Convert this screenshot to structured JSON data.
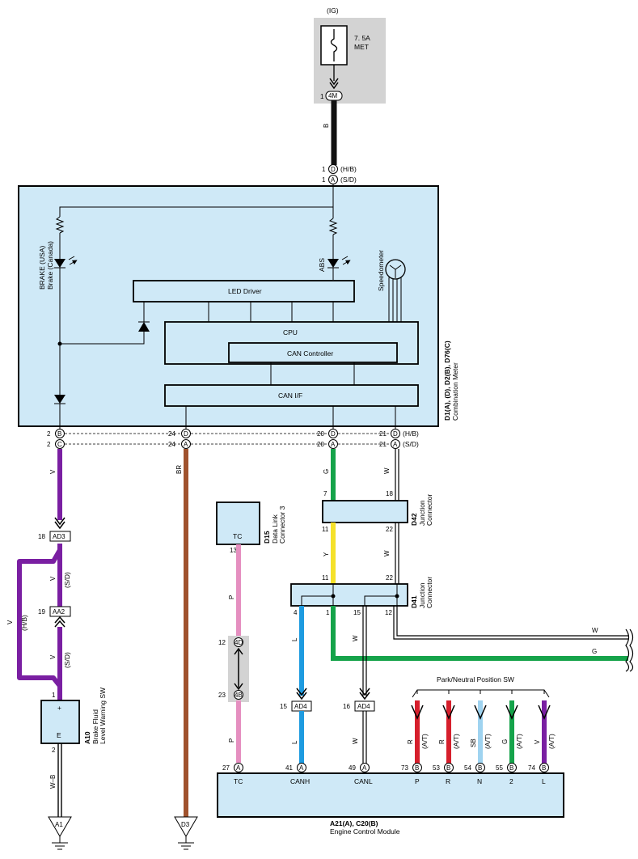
{
  "top": {
    "ig": "(IG)",
    "fuse_amp": "7. 5A",
    "fuse_name": "MET",
    "conn_4m": "4M",
    "pin_1": "1",
    "wire_b": "B"
  },
  "meter": {
    "pin_d1": "1",
    "conn_d": "D",
    "var_hb": "(H/B)",
    "pin_a1": "1",
    "conn_a": "A",
    "var_sd": "(S/D)",
    "brake_usa": "BRAKE (USA)",
    "brake_canada": "Brake (Canada)",
    "abs": "ABS",
    "speedometer": "Speedometer",
    "led_driver": "LED Driver",
    "cpu": "CPU",
    "can_controller": "CAN Controller",
    "can_if": "CAN I/F",
    "code": "D1(A), (D), D2(B), D76(C)",
    "name": "Combination Meter"
  },
  "meter_bottom": {
    "p2": "2",
    "b": "B",
    "c": "C",
    "p24": "24",
    "d": "D",
    "a": "A",
    "p20": "20",
    "p21": "21",
    "hb": "(H/B)",
    "sd": "(S/D)"
  },
  "wires": {
    "v": "V",
    "br": "BR",
    "g": "G",
    "w": "W",
    "y": "Y",
    "l": "L",
    "p": "P",
    "wb": "W–B",
    "hb": "(H/B)",
    "sd": "(S/D)"
  },
  "brake_fluid": {
    "p18": "18",
    "ad3": "AD3",
    "p19": "19",
    "aa2": "AA2",
    "p1": "1",
    "plus": "+",
    "e": "E",
    "p2": "2",
    "code": "A10",
    "name1": "Brake Fluid",
    "name2": "Level Warning SW",
    "ground": "A1"
  },
  "br_ground": "D3",
  "dlc": {
    "tc": "TC",
    "code": "D15",
    "name1": "Data Link",
    "name2": "Connector 3",
    "p13": "13",
    "p12": "12",
    "c4d": "4D",
    "p23": "23",
    "c4b": "4B"
  },
  "d42": {
    "p7": "7",
    "p18": "18",
    "p11": "11",
    "p22": "22",
    "code": "D42",
    "name1": "Junction",
    "name2": "Connector"
  },
  "d41": {
    "p11": "11",
    "p22": "22",
    "p4": "4",
    "p1": "1",
    "p15": "15",
    "p12": "12",
    "code": "D41",
    "name1": "Junction",
    "name2": "Connector"
  },
  "right_wires": {
    "w": "W",
    "g": "G"
  },
  "ad4": {
    "p15": "15",
    "p16": "16",
    "label": "AD4"
  },
  "pn_sw": {
    "title": "Park/Neutral Position SW",
    "wires": [
      {
        "color": "R",
        "variant": "(A/T)"
      },
      {
        "color": "R",
        "variant": "(A/T)"
      },
      {
        "color": "SB",
        "variant": "(A/T)"
      },
      {
        "color": "G",
        "variant": "(A/T)"
      },
      {
        "color": "V",
        "variant": "(A/T)"
      }
    ]
  },
  "ecm": {
    "pins": [
      {
        "num": "27",
        "conn": "A",
        "label": "TC"
      },
      {
        "num": "41",
        "conn": "A",
        "label": "CANH"
      },
      {
        "num": "49",
        "conn": "A",
        "label": "CANL"
      },
      {
        "num": "73",
        "conn": "B",
        "label": "P"
      },
      {
        "num": "53",
        "conn": "B",
        "label": "R"
      },
      {
        "num": "54",
        "conn": "B",
        "label": "N"
      },
      {
        "num": "55",
        "conn": "B",
        "label": "2"
      },
      {
        "num": "74",
        "conn": "B",
        "label": "L"
      }
    ],
    "code": "A21(A), C20(B)",
    "name": "Engine Control Module"
  },
  "colors": {
    "box_fill": "#cfe9f7",
    "gray": "#d3d3d3",
    "violet": "#7a1fa2",
    "brown": "#a0522d",
    "green": "#15a34a",
    "yellow": "#f5e12a",
    "blue": "#1e9be0",
    "pink": "#e58fc0",
    "red": "#d61f2c",
    "sky": "#9fd3f0",
    "black": "#111111"
  }
}
